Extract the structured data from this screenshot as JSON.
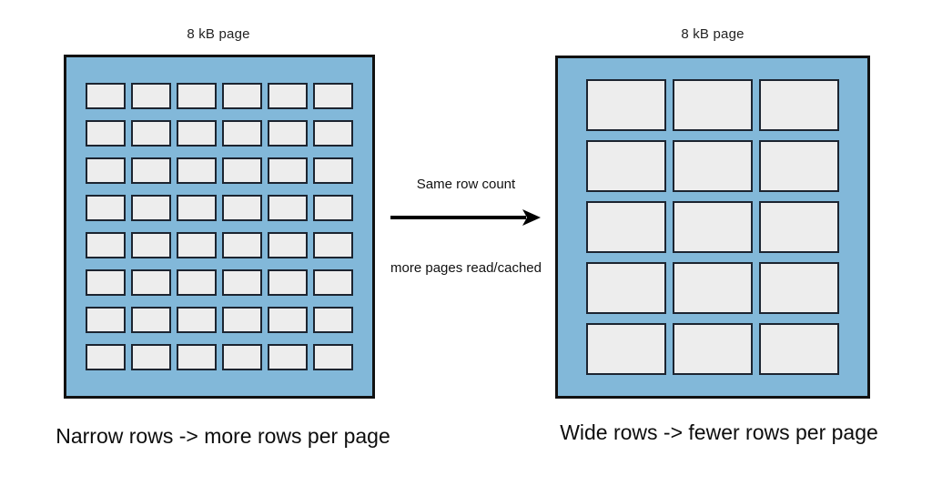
{
  "diagram": {
    "type": "concept-diagram",
    "topic": "Database page row density",
    "colors": {
      "page_fill": "#82b8d9",
      "page_border": "#111111",
      "row_fill": "#ededed",
      "row_border": "#1c2430",
      "text": "#111111",
      "background": "#ffffff"
    },
    "left": {
      "page_label": "8 kB page",
      "caption": "Narrow rows -> more rows per page",
      "grid": {
        "rows": 8,
        "columns": 6,
        "cell_count": 48
      }
    },
    "right": {
      "page_label": "8 kB page",
      "caption": "Wide rows -> fewer rows per page",
      "grid": {
        "rows": 5,
        "columns": 3,
        "cell_count": 15
      }
    },
    "middle": {
      "top_text": "Same row count",
      "bottom_text": "more pages read/cached",
      "arrow_direction": "right",
      "arrow_icon": "arrow-right-icon"
    }
  }
}
